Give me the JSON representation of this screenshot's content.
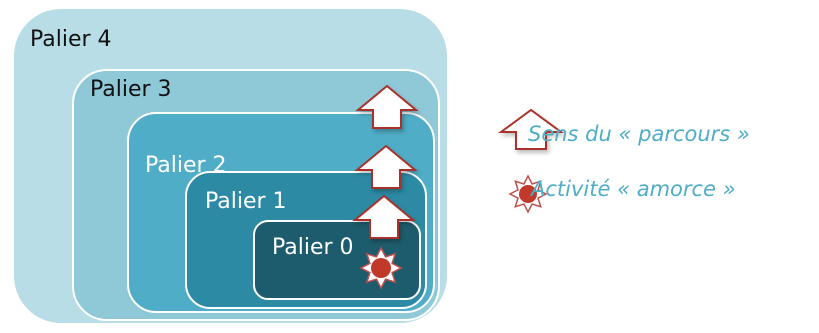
{
  "levels": [
    {
      "label": "Palier 4",
      "fill": "#b9dde6",
      "text_color": "#111111"
    },
    {
      "label": "Palier 3",
      "fill": "#8fc8d7",
      "text_color": "#111111"
    },
    {
      "label": "Palier 2",
      "fill": "#4fadc7",
      "text_color": "#ffffff"
    },
    {
      "label": "Palier 1",
      "fill": "#2c8aa4",
      "text_color": "#ffffff"
    },
    {
      "label": "Palier 0",
      "fill": "#1d5c6c",
      "text_color": "#ffffff"
    }
  ],
  "legend": {
    "direction_label": "Sens du « parcours »",
    "starter_label": "Activité « amorce »"
  },
  "colors": {
    "legend_text": "#4fadc7",
    "arrow_fill": "#ffffff",
    "arrow_stroke": "#a8322a",
    "burst_fill": "#ffffff",
    "burst_stroke": "#c0504d",
    "burst_core": "#c0392b"
  },
  "icons": {
    "direction": "up-arrow-icon",
    "starter": "burst-icon"
  }
}
